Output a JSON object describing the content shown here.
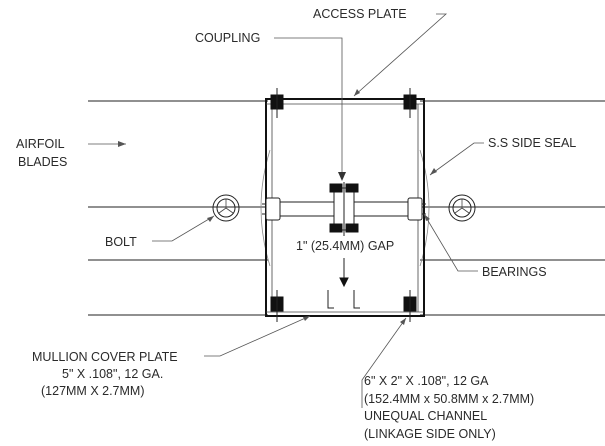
{
  "labels": {
    "access_plate": "ACCESS PLATE",
    "coupling": "COUPLING",
    "airfoil_line1": "AIRFOIL",
    "airfoil_line2": "BLADES",
    "ss_side_seal": "S.S SIDE SEAL",
    "bolt": "BOLT",
    "gap": "1\" (25.4MM) GAP",
    "bearings": "BEARINGS",
    "mullion_line1": "MULLION COVER PLATE",
    "mullion_line2": "5\" X .108\", 12 GA.",
    "mullion_line3": "(127MM X 2.7MM)",
    "channel_line1": "6\" X 2\" X .108\", 12 GA",
    "channel_line2": "(152.4MM x 50.8MM x 2.7MM)",
    "channel_line3": "UNEQUAL CHANNEL",
    "channel_line4": "(LINKAGE SIDE ONLY)"
  }
}
